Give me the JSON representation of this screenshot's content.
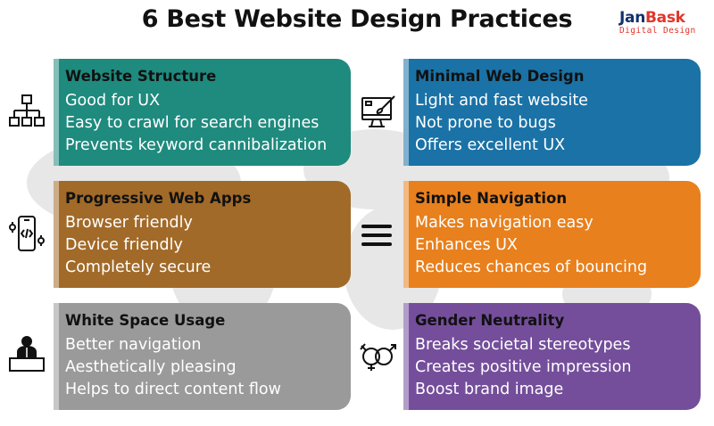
{
  "title": "6 Best Website Design Practices",
  "logo": {
    "part1": "Jan",
    "part2": "Bask",
    "sub": "Digital Design"
  },
  "colors": {
    "structure": "#1f8a7e",
    "minimal": "#1a72a6",
    "pwa": "#a26a28",
    "navigation": "#e8801d",
    "whitespace": "#9a9a9a",
    "gender": "#744e9b"
  },
  "cards": [
    {
      "title": "Website Structure",
      "icon": "sitemap-icon",
      "items": [
        "Good for UX",
        "Easy to crawl for search engines",
        "Prevents keyword cannibalization"
      ]
    },
    {
      "title": "Minimal Web Design",
      "icon": "design-monitor-icon",
      "items": [
        "Light and fast website",
        "Not prone to bugs",
        "Offers excellent UX"
      ]
    },
    {
      "title": "Progressive Web Apps",
      "icon": "mobile-code-icon",
      "items": [
        "Browser friendly",
        "Device friendly",
        "Completely secure"
      ]
    },
    {
      "title": "Simple Navigation",
      "icon": "hamburger-menu-icon",
      "items": [
        "Makes navigation easy",
        "Enhances UX",
        "Reduces chances of bouncing"
      ]
    },
    {
      "title": "White Space Usage",
      "icon": "person-desk-icon",
      "items": [
        "Better navigation",
        "Aesthetically pleasing",
        "Helps to direct content flow"
      ]
    },
    {
      "title": "Gender Neutrality",
      "icon": "gender-neutral-icon",
      "items": [
        "Breaks societal stereotypes",
        "Creates positive impression",
        "Boost brand image"
      ]
    }
  ]
}
